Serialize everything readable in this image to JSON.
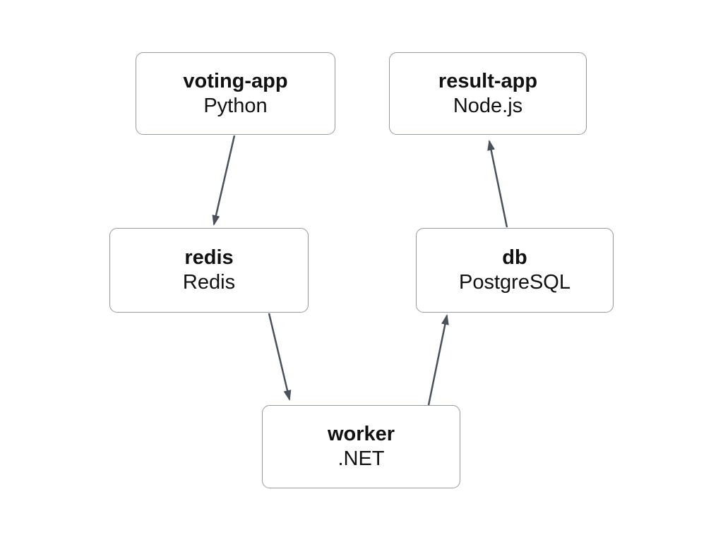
{
  "diagram": {
    "type": "architecture-flow",
    "nodes": [
      {
        "id": "voting-app",
        "label": "voting-app",
        "sublabel": "Python"
      },
      {
        "id": "result-app",
        "label": "result-app",
        "sublabel": "Node.js"
      },
      {
        "id": "redis",
        "label": "redis",
        "sublabel": "Redis"
      },
      {
        "id": "db",
        "label": "db",
        "sublabel": "PostgreSQL"
      },
      {
        "id": "worker",
        "label": "worker",
        "sublabel": ".NET"
      }
    ],
    "edges": [
      {
        "from": "voting-app",
        "to": "redis"
      },
      {
        "from": "redis",
        "to": "worker"
      },
      {
        "from": "worker",
        "to": "db"
      },
      {
        "from": "db",
        "to": "result-app"
      }
    ],
    "colors": {
      "background": "#ffffff",
      "node_border": "#939aa0",
      "node_fill": "#ffffff",
      "arrow": "#4a515a",
      "text": "#111111"
    }
  }
}
